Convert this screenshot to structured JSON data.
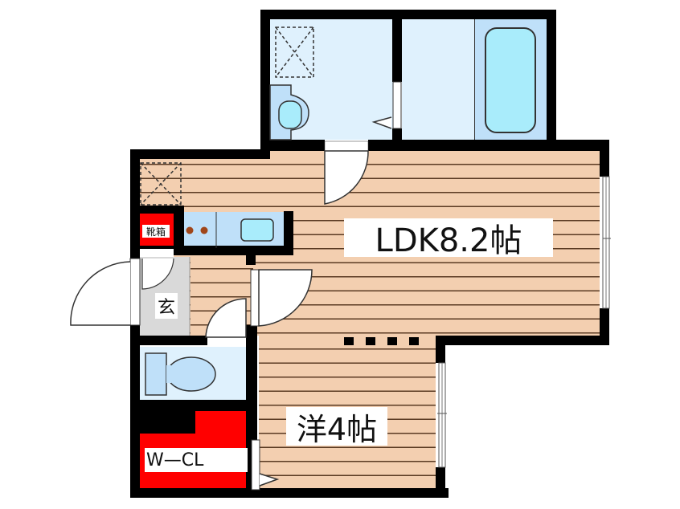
{
  "floor_plan": {
    "rooms": {
      "ldk": {
        "label": "LDK8.2帖",
        "type": "living-dining-kitchen",
        "size_jo": "8.2"
      },
      "western": {
        "label": "洋4帖",
        "type": "western-bedroom",
        "size_jo": "4"
      },
      "entrance": {
        "label": "玄",
        "type": "entrance"
      },
      "shoe_box": {
        "label": "靴箱",
        "type": "shoe-storage"
      },
      "walk_in_closet": {
        "label": "W—CL",
        "type": "walk-in-closet"
      },
      "washroom": {
        "type": "washroom"
      },
      "bathroom": {
        "type": "bath"
      },
      "toilet": {
        "type": "toilet"
      },
      "kitchen": {
        "type": "kitchen-counter"
      }
    },
    "colors": {
      "wall": "#000000",
      "flooring": "#f3cfb0",
      "flooring_line": "#5a3a22",
      "wet_area": "#dff1fd",
      "fixture": "#bfe0f9",
      "tub": "#a9ecfb",
      "storage_red": "#ff0000",
      "entrance_floor": "#d9d9d9",
      "stove_burner": "#a0461a"
    }
  }
}
